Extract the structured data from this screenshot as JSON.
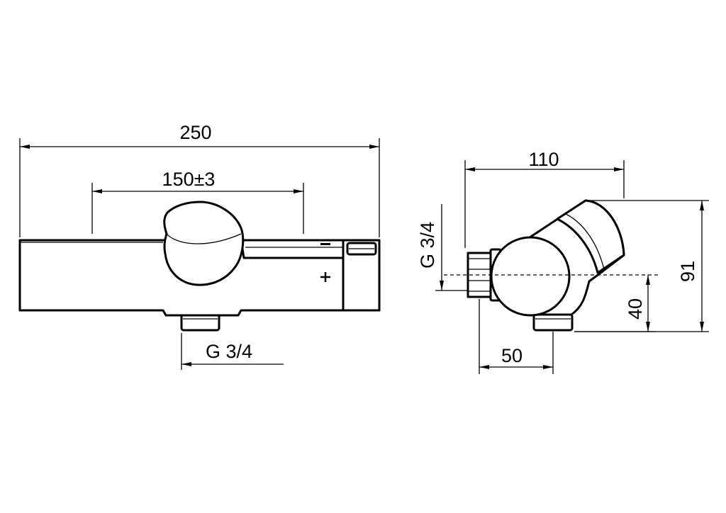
{
  "front_view": {
    "overall_width": "250",
    "inlet_spacing": "150±3",
    "outlet_thread": "G 3/4"
  },
  "side_view": {
    "depth": "110",
    "inlet_thread": "G 3/4",
    "outlet_offset": "50",
    "axis_height": "40",
    "overall_height": "91"
  }
}
